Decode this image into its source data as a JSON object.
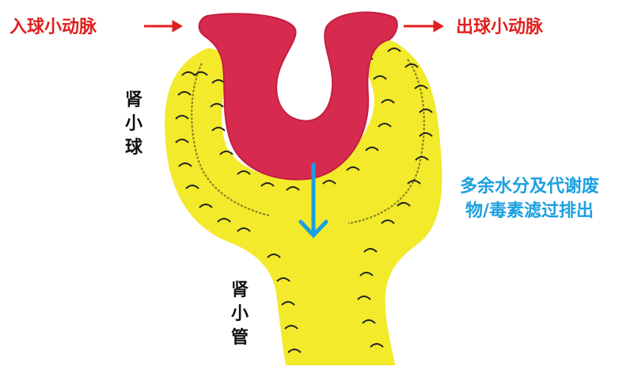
{
  "labels": {
    "afferent_arteriole": "入球小动脉",
    "efferent_arteriole": "出球小动脉",
    "glomerulus": [
      "肾",
      "小",
      "球"
    ],
    "tubule": [
      "肾",
      "小",
      "管"
    ],
    "filtration_line1": "多余水分及代谢废",
    "filtration_line2": "物/毒素滤过排出"
  },
  "colors": {
    "capsule_yellow": "#f2ea2a",
    "vessel_red": "#d62a4e",
    "arrow_red": "#e02020",
    "arrow_blue": "#1aa0e0",
    "outline": "#222222"
  }
}
